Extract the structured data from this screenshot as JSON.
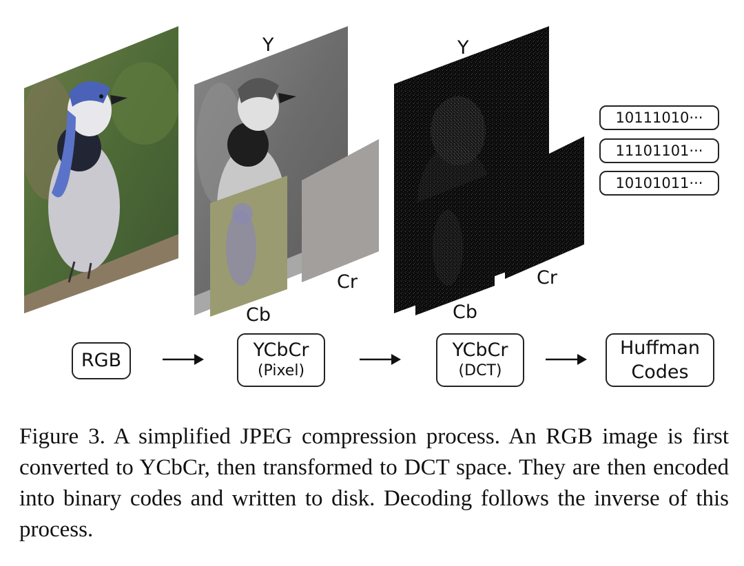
{
  "planes": {
    "pixel_y_label": "Y",
    "pixel_cb_label": "Cb",
    "pixel_cr_label": "Cr",
    "dct_y_label": "Y",
    "dct_cb_label": "Cb",
    "dct_cr_label": "Cr"
  },
  "codes": [
    "10111010···",
    "11101101···",
    "10101011···"
  ],
  "stages": {
    "rgb": "RGB",
    "ycbcr_pixel_line1": "YCbCr",
    "ycbcr_pixel_line2": "(Pixel)",
    "ycbcr_dct_line1": "YCbCr",
    "ycbcr_dct_line2": "(DCT)",
    "huffman_line1": "Huffman",
    "huffman_line2": "Codes"
  },
  "caption": "Figure 3. A simplified JPEG compression process. An RGB image is first converted to YCbCr, then transformed to DCT space. They are then encoded into binary codes and written to disk. Decoding follows the inverse of this process.",
  "colors": {
    "bird_blue": "#4a63b8",
    "background_green": "#4f6a3a",
    "cb_tint": "#9a9a72",
    "cr_tint": "#a59a98",
    "dct_black": "#0b0b0b"
  }
}
